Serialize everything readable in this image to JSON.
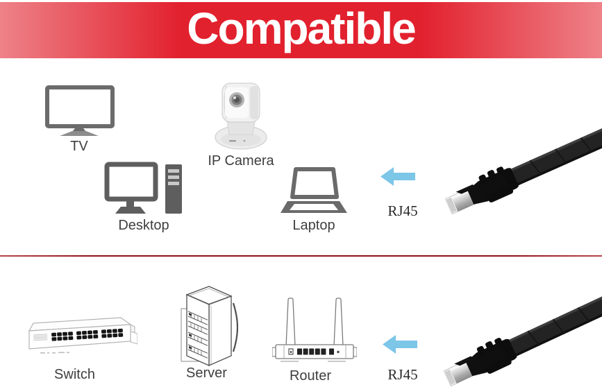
{
  "banner": {
    "title": "Compatible"
  },
  "colors": {
    "banner_red": "#e2212e",
    "banner_edge": "#ee8288",
    "divider_red": "#8f1318",
    "arrow_blue": "#7cc6e8",
    "icon_gray": "#666666",
    "label_gray": "#3e3e3e"
  },
  "top_row": {
    "devices": [
      {
        "id": "tv",
        "label": "TV"
      },
      {
        "id": "ip-camera",
        "label": "IP Camera"
      },
      {
        "id": "desktop",
        "label": "Desktop"
      },
      {
        "id": "laptop",
        "label": "Laptop"
      }
    ],
    "connector_label": "RJ45"
  },
  "bottom_row": {
    "devices": [
      {
        "id": "switch",
        "label": "Switch"
      },
      {
        "id": "server",
        "label": "Server"
      },
      {
        "id": "router",
        "label": "Router"
      }
    ],
    "connector_label": "RJ45"
  }
}
